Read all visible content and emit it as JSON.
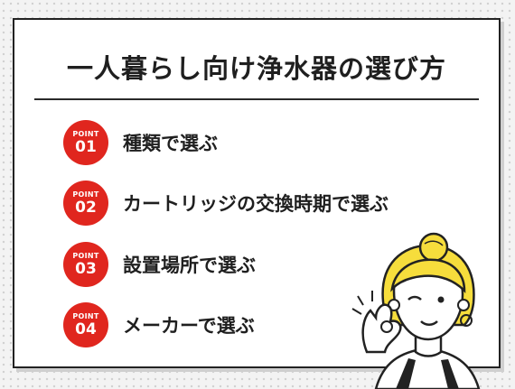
{
  "title": "一人暮らし向け浄水器の選び方",
  "points": [
    {
      "badge": "POINT",
      "number": "01",
      "text": "種類で選ぶ"
    },
    {
      "badge": "POINT",
      "number": "02",
      "text": "カートリッジの交換時期で選ぶ"
    },
    {
      "badge": "POINT",
      "number": "03",
      "text": "設置場所で選ぶ"
    },
    {
      "badge": "POINT",
      "number": "04",
      "text": "メーカーで選ぶ"
    }
  ],
  "colors": {
    "badge": "#e0261e",
    "text": "#1f1f1f",
    "hair": "#f6dd3c",
    "background": "#f3f3f3"
  },
  "illustration": "woman-winking-ok-sign"
}
